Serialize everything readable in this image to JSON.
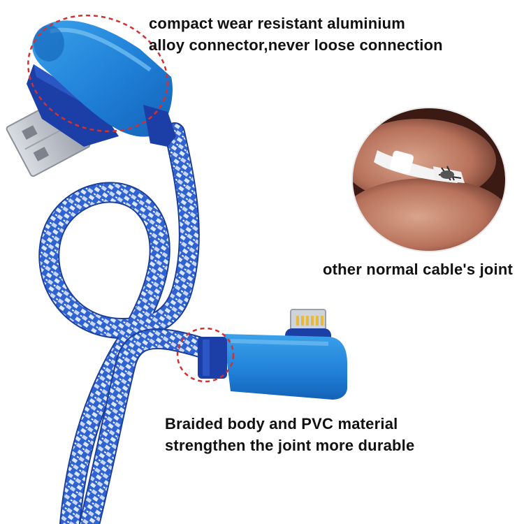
{
  "captions": {
    "connector_line1": "compact wear resistant aluminium",
    "connector_line2": "alloy connector,never loose connection",
    "other_cable": "other normal cable's joint",
    "braided_line1": "Braided body and PVC material",
    "braided_line2": "strengthen the joint more durable"
  },
  "colors": {
    "aluminium_blue": "#1f7fd6",
    "housing_dark_blue": "#1b3fa6",
    "braid_blue": "#2f63d3",
    "braid_white": "#dce7f7",
    "highlight_red": "#d62f2f",
    "lightning_gold": "#e8b93a"
  },
  "icons": {
    "usb": "usb-a-connector-icon",
    "lightning": "lightning-connector-icon",
    "broken_joint": "frayed-cable-photo"
  }
}
